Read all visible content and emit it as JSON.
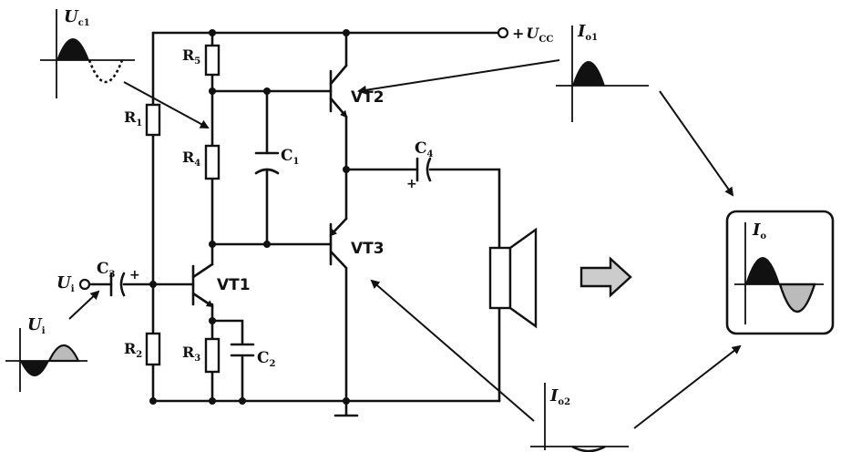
{
  "components": {
    "r1": {
      "label": "R",
      "sub": "1"
    },
    "r2": {
      "label": "R",
      "sub": "2"
    },
    "r3": {
      "label": "R",
      "sub": "3"
    },
    "r4": {
      "label": "R",
      "sub": "4"
    },
    "r5": {
      "label": "R",
      "sub": "5"
    },
    "c1": {
      "label": "C",
      "sub": "1"
    },
    "c2": {
      "label": "C",
      "sub": "2"
    },
    "c3": {
      "label": "C",
      "sub": "3"
    },
    "c4": {
      "label": "C",
      "sub": "4"
    },
    "vt1": {
      "label": "VT1"
    },
    "vt2": {
      "label": "VT2"
    },
    "vt3": {
      "label": "VT3"
    }
  },
  "supply": {
    "prefix": "+",
    "label": "U",
    "sub": "CC"
  },
  "signals": {
    "input": {
      "label": "U",
      "sub": "i"
    },
    "input_node": {
      "label": "U",
      "sub": "i"
    },
    "collector": {
      "label": "U",
      "sub": "c1"
    },
    "upper_current": {
      "label": "I",
      "sub": "o1"
    },
    "lower_current": {
      "label": "I",
      "sub": "o2"
    },
    "output_current": {
      "label": "I",
      "sub": "o"
    }
  },
  "colors": {
    "ink": "#111111",
    "fill": "#111111",
    "shade": "#bbbbbb",
    "arrow_body": "#cccccc",
    "panel_bg": "#ffffff"
  }
}
